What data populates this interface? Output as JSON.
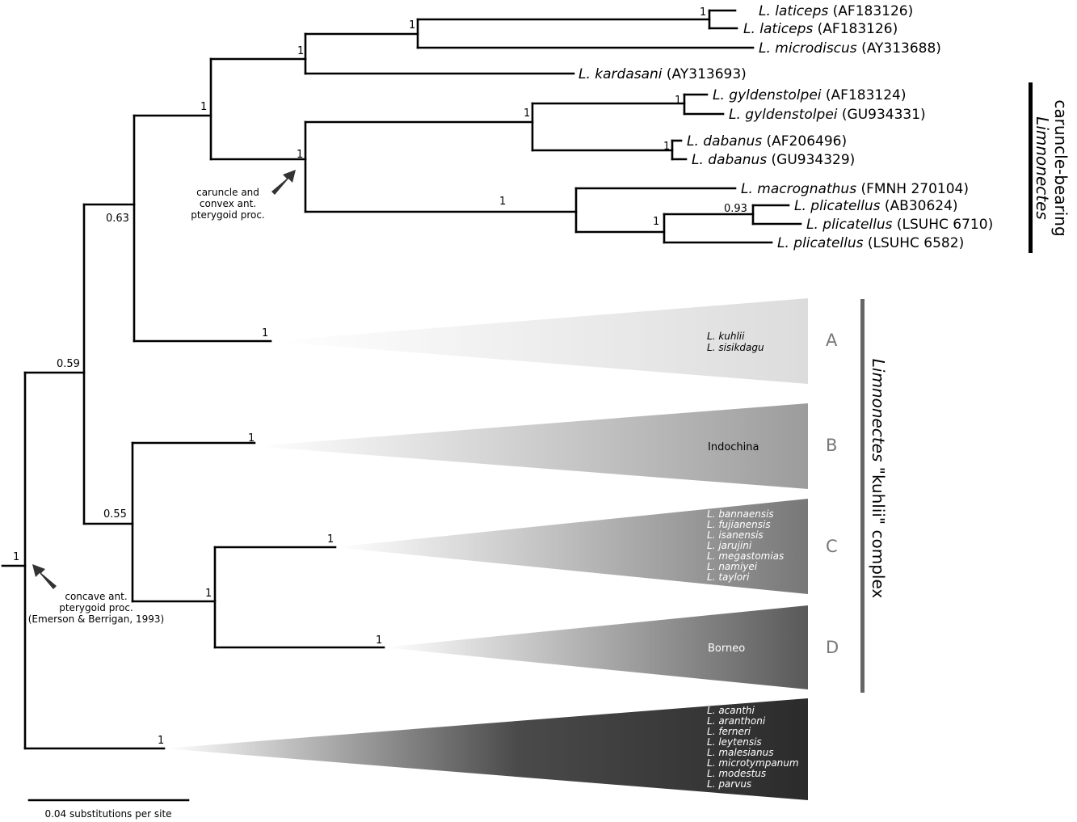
{
  "tree": {
    "support_values": {
      "root": "1",
      "n059": "0.59",
      "n063": "0.63",
      "n055": "0.55",
      "top1": "1",
      "top2": "1",
      "top3": "1",
      "laticeps": "1",
      "gyld_dab": "1",
      "gyld": "1",
      "dab": "1",
      "caruncle": "1",
      "macro_plic": "1",
      "plic": "1",
      "plic093": "0.93",
      "cladeA": "1",
      "cladeB": "1",
      "cladeC": "1",
      "cladeCD": "1",
      "cladeD": "1",
      "cladeE": "1"
    },
    "tips": [
      {
        "genus": "L.",
        "species": "laticeps",
        "code": "(AF183126)"
      },
      {
        "genus": "L.",
        "species": "laticeps",
        "code": "(AF183126)"
      },
      {
        "genus": "L.",
        "species": "microdiscus",
        "code": "(AY313688)"
      },
      {
        "genus": "L.",
        "species": "kardasani",
        "code": "(AY313693)"
      },
      {
        "genus": "L.",
        "species": "gyldenstolpei",
        "code": "(AF183124)"
      },
      {
        "genus": "L.",
        "species": "gyldenstolpei",
        "code": "(GU934331)"
      },
      {
        "genus": "L.",
        "species": "dabanus",
        "code": "(AF206496)"
      },
      {
        "genus": "L.",
        "species": "dabanus",
        "code": "(GU934329)"
      },
      {
        "genus": "L.",
        "species": "macrognathus",
        "code": "(FMNH 270104)"
      },
      {
        "genus": "L.",
        "species": "plicatellus",
        "code": "(AB30624)"
      },
      {
        "genus": "L.",
        "species": "plicatellus",
        "code": "(LSUHC 6710)"
      },
      {
        "genus": "L.",
        "species": "plicatellus",
        "code": "(LSUHC 6582)"
      }
    ],
    "clades": {
      "A": {
        "letter": "A",
        "taxa": [
          "L. kuhlii",
          "L. sisikdagu"
        ]
      },
      "B": {
        "letter": "B",
        "region": "Indochina"
      },
      "C": {
        "letter": "C",
        "taxa": [
          "L. bannaensis",
          "L. fujianensis",
          "L. isanensis",
          "L. jarujini",
          "L. megastomias",
          "L. namiyei",
          "L. taylori"
        ]
      },
      "D": {
        "letter": "D",
        "region": "Borneo"
      },
      "E": {
        "taxa": [
          "L. acanthi",
          "L. aranthoni",
          "L. ferneri",
          "L. leytensis",
          "L. malesianus",
          "L. microtympanum",
          "L. modestus",
          "L. parvus"
        ]
      }
    },
    "annotations": {
      "caruncle": [
        "caruncle and",
        "convex ant.",
        "pterygoid proc."
      ],
      "concave": [
        "concave ant.",
        "pterygoid proc.",
        "(Emerson & Berrigan, 1993)"
      ]
    },
    "side_labels": {
      "caruncle_line1": "caruncle-bearing",
      "caruncle_line2": "Limnonectes",
      "kuhlii_italic": "Limnonectes",
      "kuhlii_rest": " \"kuhlii\" complex"
    },
    "scale_bar": "0.04 substitutions per site",
    "colors": {
      "cladeA": "#dcdcdc",
      "cladeB": "#9c9c9c",
      "cladeC": "#777777",
      "cladeD": "#595959",
      "cladeE": "#2b2b2b",
      "bar_kuhlii": "#666666"
    }
  }
}
